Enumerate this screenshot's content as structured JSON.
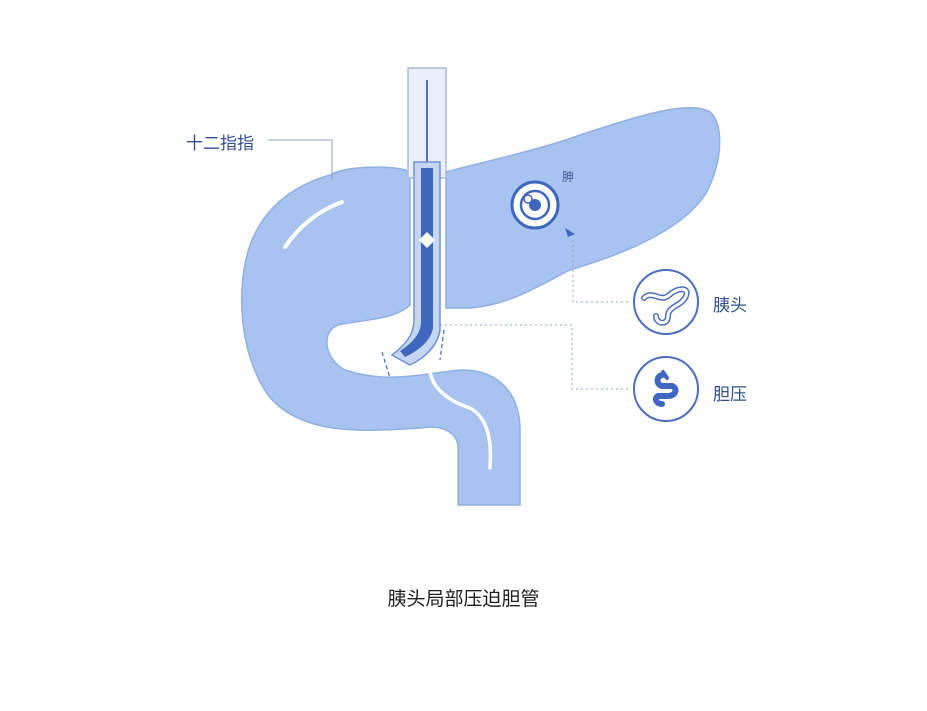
{
  "labels": {
    "duodenum": "十二指指",
    "tumor": "胂",
    "pancreas_head": "胰头",
    "bile_pressure": "胆压"
  },
  "caption": "胰头局部压迫胆管",
  "colors": {
    "organ_fill": "#a8c3ef",
    "organ_stroke": "#7fa3dc",
    "duct_dark": "#3f67c0",
    "label_text": "#2f4f8f",
    "icon_stroke": "#4a6fbf"
  },
  "icons": {
    "tumor": "tumor-target-icon",
    "pancreas": "wavy-tube-icon",
    "bile": "bile-glyph-icon",
    "compression": "compression-arrows-icon"
  }
}
